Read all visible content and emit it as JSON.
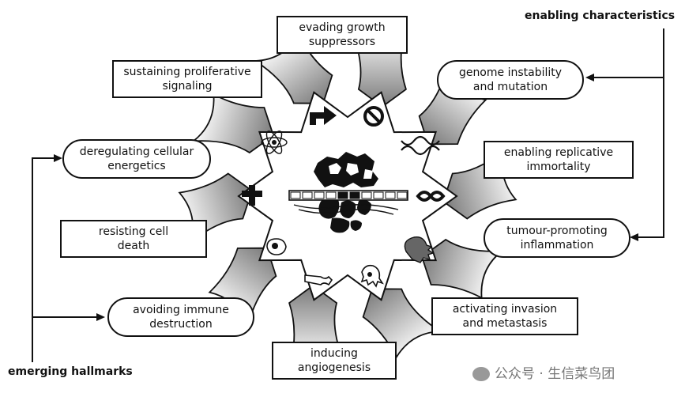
{
  "enabling_label": "enabling characteristics",
  "emerging_label": "emerging hallmarks",
  "watermark": "公众号 · 生信菜鸟团",
  "hallmarks": [
    {
      "key": "evading",
      "text": "evading growth\nsuppressors"
    },
    {
      "key": "sustaining",
      "text": "sustaining proliferative\nsignaling"
    },
    {
      "key": "genome",
      "text": "genome instability\nand mutation"
    },
    {
      "key": "deregulating",
      "text": "deregulating cellular\nenergetics"
    },
    {
      "key": "replicative",
      "text": "enabling replicative\nimmortality"
    },
    {
      "key": "resisting",
      "text": "resisting cell\ndeath"
    },
    {
      "key": "inflammation",
      "text": "tumour-promoting\ninflammation"
    },
    {
      "key": "immune",
      "text": "avoiding immune\ndestruction"
    },
    {
      "key": "invasion",
      "text": "activating invasion\nand metastasis"
    },
    {
      "key": "angiogenesis",
      "text": "inducing\nangiogenesis"
    }
  ]
}
